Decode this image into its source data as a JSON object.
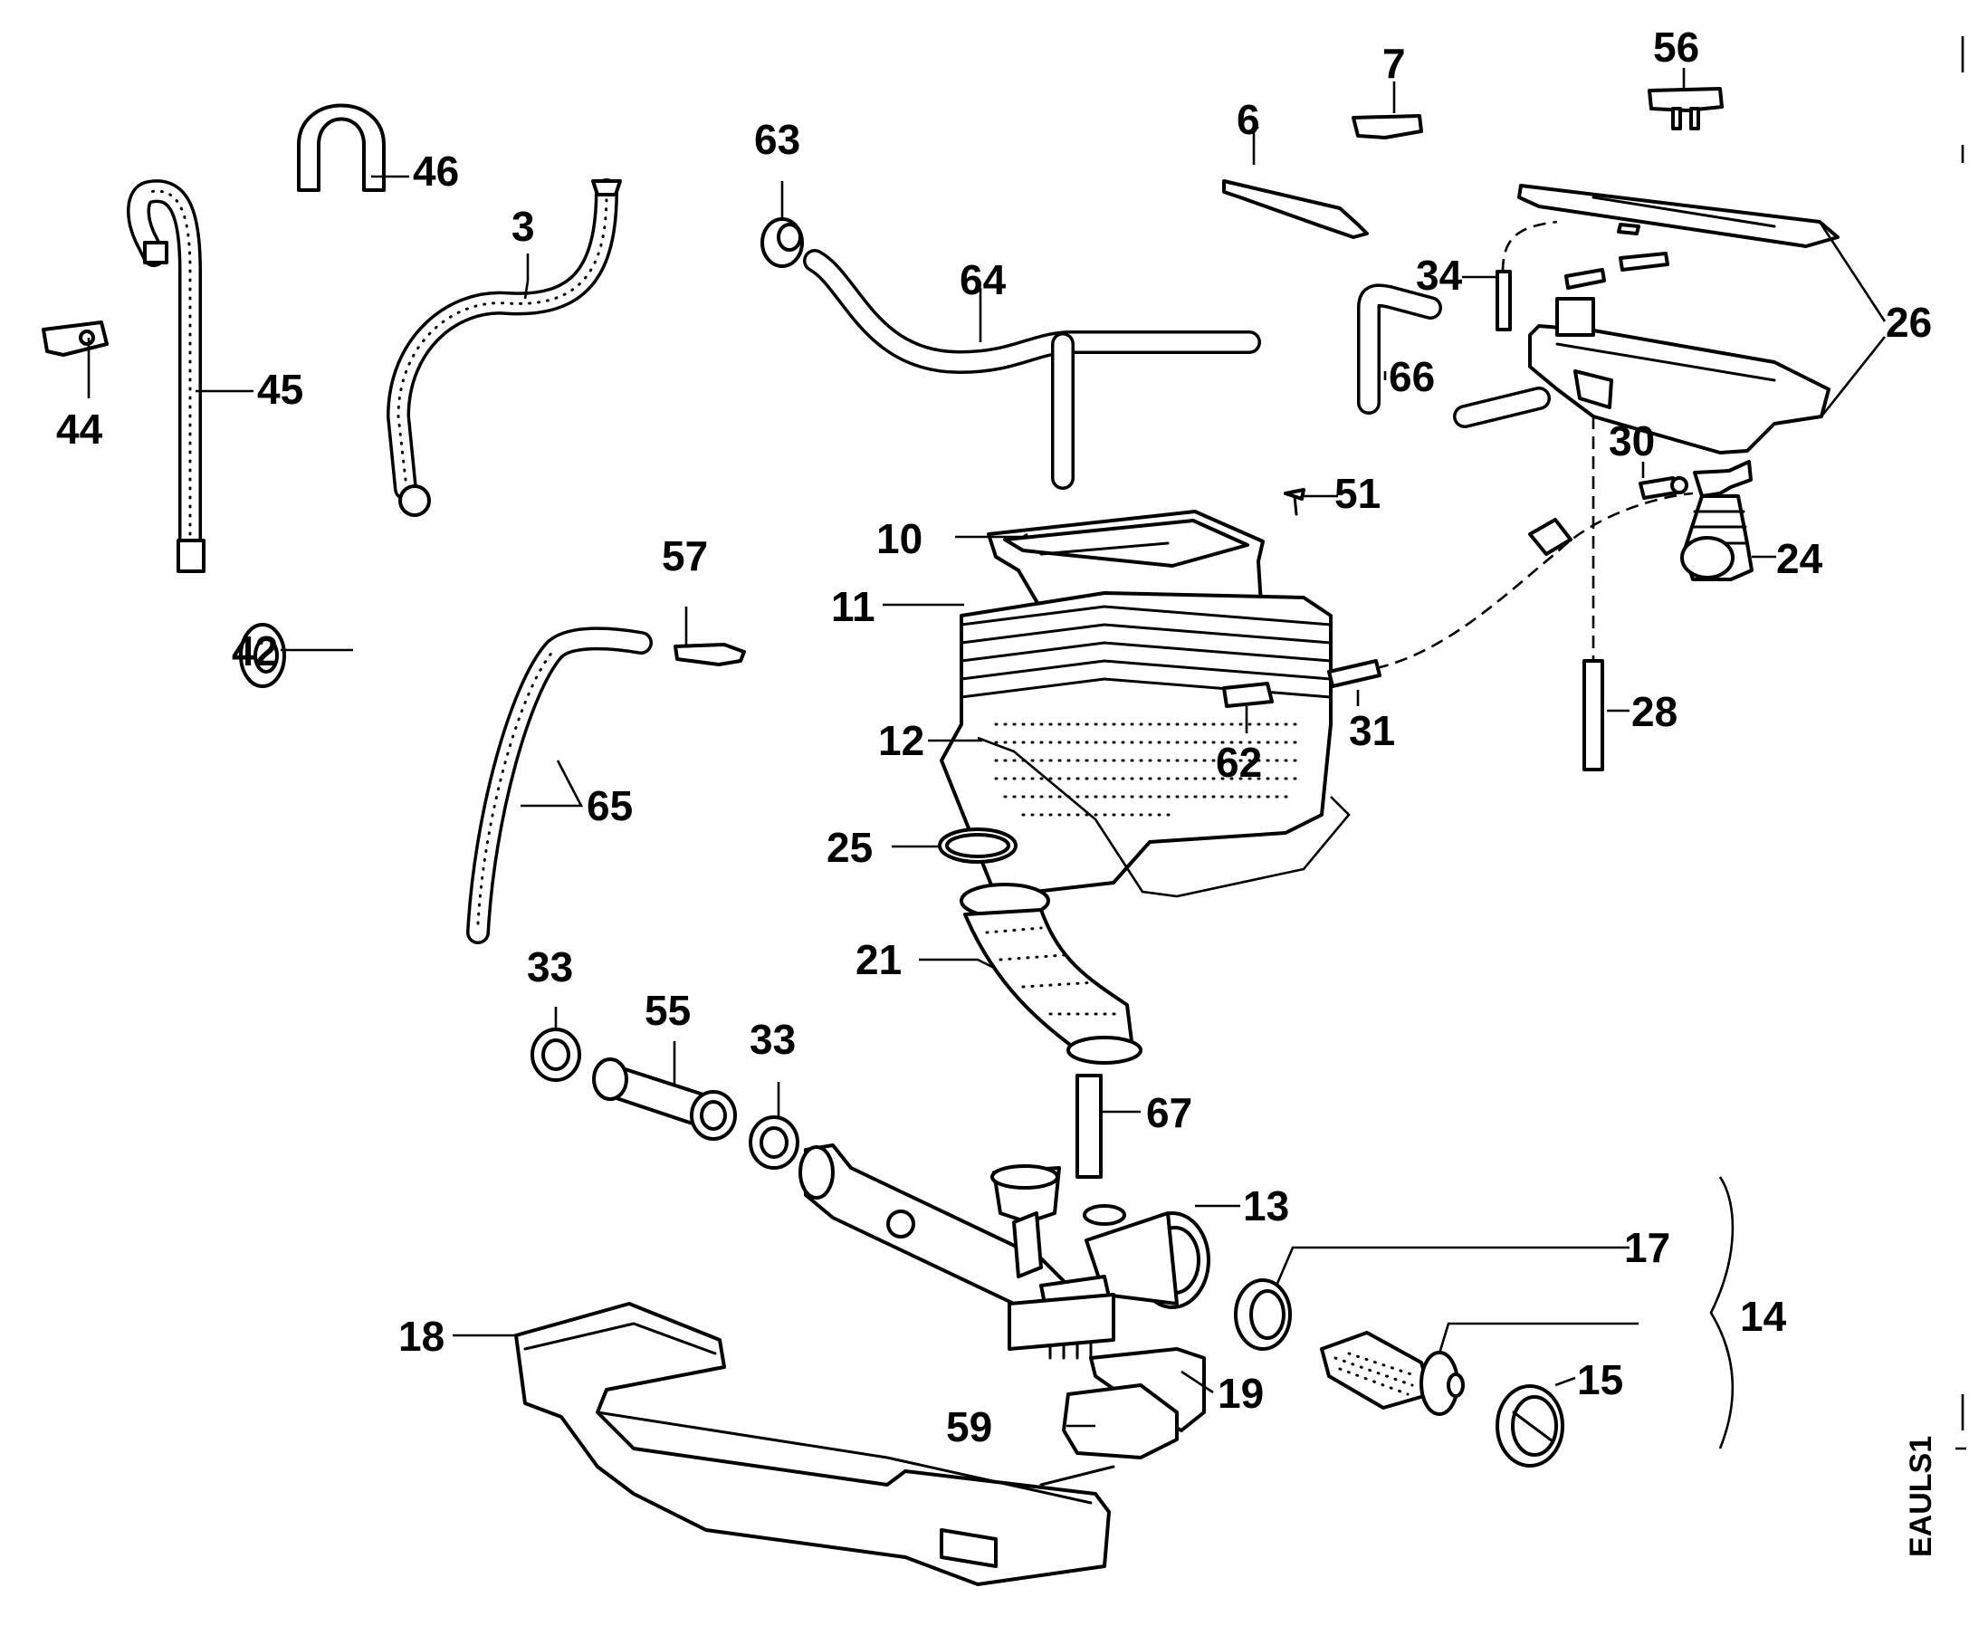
{
  "labels": {
    "p3": "3",
    "p6": "6",
    "p7": "7",
    "p10": "10",
    "p11": "11",
    "p12": "12",
    "p13": "13",
    "p14": "14",
    "p15": "15",
    "p17": "17",
    "p18": "18",
    "p19": "19",
    "p21": "21",
    "p24": "24",
    "p25": "25",
    "p26": "26",
    "p28": "28",
    "p30": "30",
    "p31": "31",
    "p33a": "33",
    "p33b": "33",
    "p34": "34",
    "p42": "42",
    "p44": "44",
    "p45": "45",
    "p46": "46",
    "p51": "51",
    "p55": "55",
    "p56": "56",
    "p57": "57",
    "p59": "59",
    "p62": "62",
    "p63": "63",
    "p64": "64",
    "p65": "65",
    "p66": "66",
    "p67": "67"
  },
  "drawing_code": "EAULS1"
}
